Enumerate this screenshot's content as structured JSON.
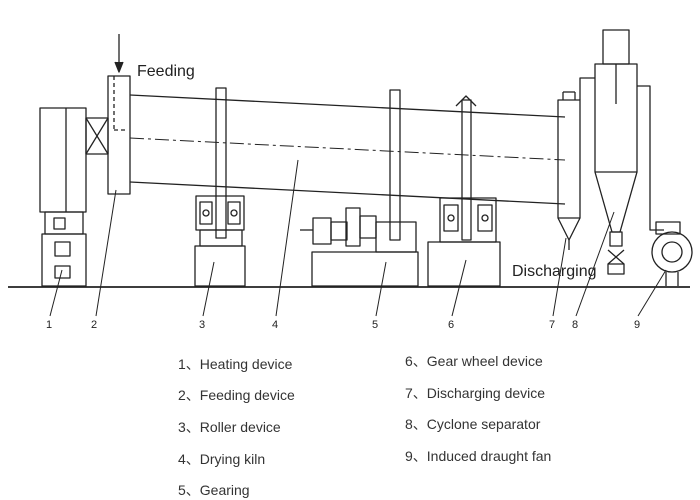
{
  "labels": {
    "feeding": "Feeding",
    "discharging": "Discharging"
  },
  "callouts": [
    "1",
    "2",
    "3",
    "4",
    "5",
    "6",
    "7",
    "8",
    "9"
  ],
  "legend": [
    "1、Heating device",
    "2、Feeding device",
    "3、Roller device",
    "4、Drying kiln",
    "5、Gearing",
    "6、Gear wheel device",
    "7、Discharging device",
    "8、Cyclone separator",
    "9、Induced draught fan"
  ]
}
